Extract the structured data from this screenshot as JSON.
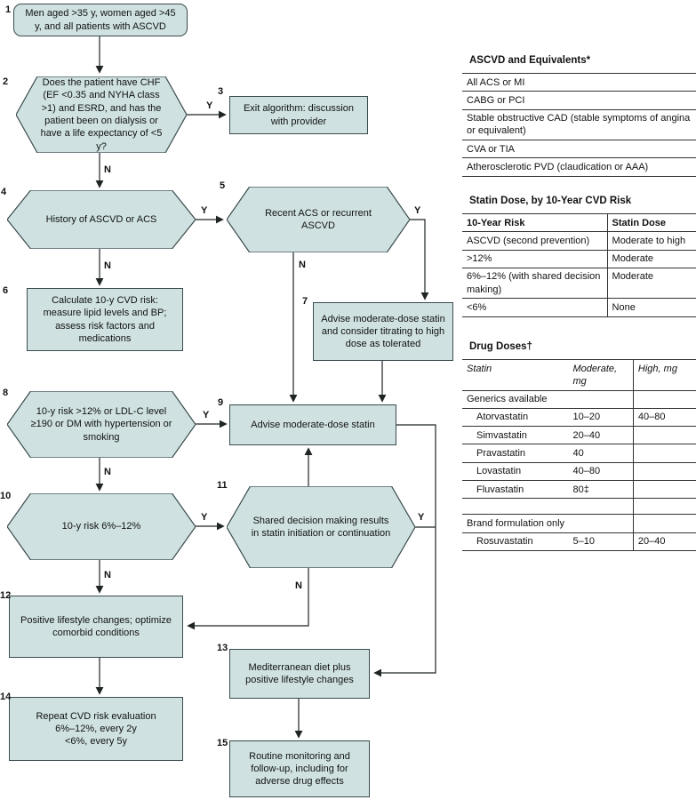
{
  "flowchart": {
    "yes": "Y",
    "no": "N",
    "nodes": [
      {
        "id": "1",
        "label": "Men aged >35 y, women aged >45 y, and all patients with ASCVD"
      },
      {
        "id": "2",
        "label": "Does the patient have CHF (EF <0.35 and NYHA class >1) and ESRD, and has the patient been on dialysis or have a life expectancy of <5 y?"
      },
      {
        "id": "3",
        "label": "Exit algorithm: discussion with provider"
      },
      {
        "id": "4",
        "label": "History of ASCVD or ACS"
      },
      {
        "id": "5",
        "label": "Recent ACS or recurrent ASCVD"
      },
      {
        "id": "6",
        "label": "Calculate 10-y CVD risk: measure lipid levels and BP; assess risk factors and medications"
      },
      {
        "id": "7",
        "label": "Advise moderate-dose statin and consider titrating to high dose as tolerated"
      },
      {
        "id": "8",
        "label": "10-y risk >12% or LDL-C level ≥190 or DM with hypertension or smoking"
      },
      {
        "id": "9",
        "label": "Advise moderate-dose statin"
      },
      {
        "id": "10",
        "label": "10-y risk 6%–12%"
      },
      {
        "id": "11",
        "label": "Shared decision making results in statin initiation or continuation"
      },
      {
        "id": "12",
        "label": "Positive lifestyle changes; optimize comorbid conditions"
      },
      {
        "id": "13",
        "label": "Mediterranean diet plus positive lifestyle changes"
      },
      {
        "id": "14",
        "lines": [
          "Repeat CVD risk evaluation",
          "6%–12%, every 2y",
          "<6%, every 5y"
        ]
      },
      {
        "id": "15",
        "label": "Routine monitoring and follow-up, including for adverse drug effects"
      }
    ]
  },
  "panels": {
    "ascvd": {
      "title": "ASCVD and Equivalents*",
      "rows": [
        "All ACS or MI",
        "CABG or PCI",
        "Stable obstructive CAD (stable symptoms of angina or equivalent)",
        "CVA or TIA",
        "Atherosclerotic PVD (claudication or AAA)"
      ]
    },
    "statin_dose": {
      "title": "Statin Dose, by 10-Year CVD Risk",
      "headers": [
        "10-Year Risk",
        "Statin Dose"
      ],
      "rows": [
        [
          "ASCVD (second prevention)",
          "Moderate to high"
        ],
        [
          ">12%",
          "Moderate"
        ],
        [
          "6%–12% (with shared decision making)",
          "Moderate"
        ],
        [
          "<6%",
          "None"
        ]
      ]
    },
    "drug_doses": {
      "title": "Drug Doses†",
      "headers": [
        "Statin",
        "Moderate, mg",
        "High, mg"
      ],
      "groups": [
        {
          "group": "Generics available",
          "rows": [
            [
              "Atorvastatin",
              "10–20",
              "40–80"
            ],
            [
              "Simvastatin",
              "20–40",
              ""
            ],
            [
              "Pravastatin",
              "40",
              ""
            ],
            [
              "Lovastatin",
              "40–80",
              ""
            ],
            [
              "Fluvastatin",
              "80‡",
              ""
            ]
          ]
        },
        {
          "group": "Brand formulation only",
          "rows": [
            [
              "Rosuvastatin",
              "5–10",
              "20–40"
            ]
          ]
        }
      ]
    }
  },
  "colors": {
    "node_fill": "#cfe2e1",
    "node_stroke": "#3a4a4c",
    "line": "#1f2425"
  }
}
